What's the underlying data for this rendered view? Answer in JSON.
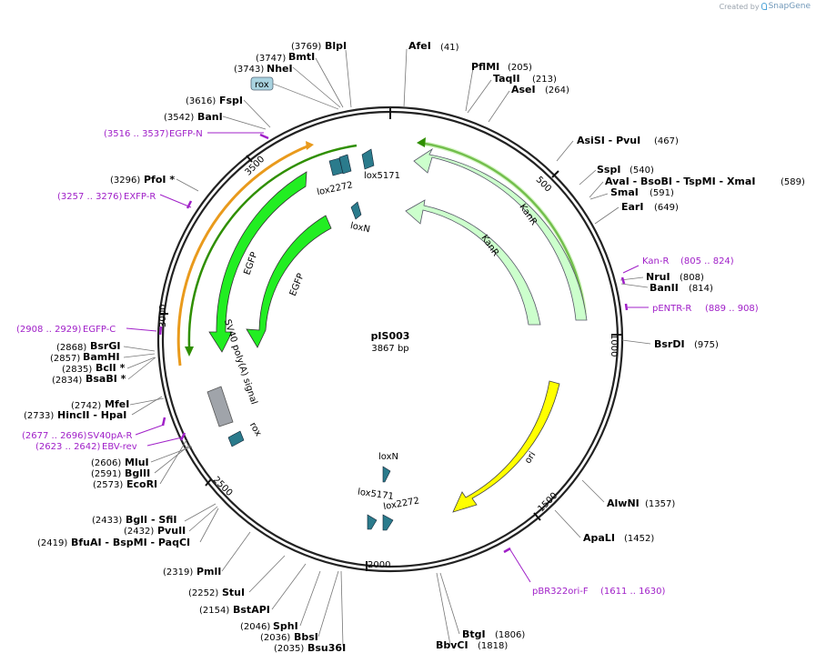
{
  "brand": {
    "created_by": "Created by",
    "name": "SnapGene"
  },
  "plasmid": {
    "name": "pIS003",
    "size_label": "3867 bp",
    "length": 3867
  },
  "ticks": [
    "500",
    "1000",
    "1500",
    "2000",
    "2500",
    "3000",
    "3500"
  ],
  "colors": {
    "backbone": "#222222",
    "egfp": "#22ee22",
    "kanr": "#ccffcc",
    "ori": "#ffff00",
    "sv40": "#a0a4aa",
    "lox": "#2b7b8c",
    "primer": "#a020c8",
    "orf_green": "#2f8f00",
    "orf_orange": "#e99a1c",
    "rox_tag": "#a9d3e0"
  },
  "sites": [
    {
      "name": "BlpI",
      "pos": "(3769)"
    },
    {
      "name": "BmtI",
      "pos": "(3747)"
    },
    {
      "name": "NheI",
      "pos": "(3743)"
    },
    {
      "name": "FspI",
      "pos": "(3616)"
    },
    {
      "name": "BanI",
      "pos": "(3542)"
    },
    {
      "name": "PfoI *",
      "pos": "(3296)"
    },
    {
      "name": "AfeI",
      "pos": "(41)"
    },
    {
      "name": "PflMI",
      "pos": "(205)"
    },
    {
      "name": "TaqII",
      "pos": "(213)"
    },
    {
      "name": "AseI",
      "pos": "(264)"
    },
    {
      "name": "AsiSI - PvuI",
      "pos": "(467)"
    },
    {
      "name": "SspI",
      "pos": "(540)"
    },
    {
      "name": "AvaI - BsoBI - TspMI - XmaI",
      "pos": "(589)"
    },
    {
      "name": "SmaI",
      "pos": "(591)"
    },
    {
      "name": "EarI",
      "pos": "(649)"
    },
    {
      "name": "NruI",
      "pos": "(808)"
    },
    {
      "name": "BanII",
      "pos": "(814)"
    },
    {
      "name": "BsrDI",
      "pos": "(975)"
    },
    {
      "name": "AlwNI",
      "pos": "(1357)"
    },
    {
      "name": "ApaLI",
      "pos": "(1452)"
    },
    {
      "name": "BtgI",
      "pos": "(1806)"
    },
    {
      "name": "BbvCI",
      "pos": "(1818)"
    },
    {
      "name": "SphI",
      "pos": "(2046)"
    },
    {
      "name": "BbsI",
      "pos": "(2036)"
    },
    {
      "name": "Bsu36I",
      "pos": "(2035)"
    },
    {
      "name": "BstAPI",
      "pos": "(2154)"
    },
    {
      "name": "StuI",
      "pos": "(2252)"
    },
    {
      "name": "PmlI",
      "pos": "(2319)"
    },
    {
      "name": "BglI - SfiI",
      "pos": "(2433)"
    },
    {
      "name": "PvuII",
      "pos": "(2432)"
    },
    {
      "name": "BfuAI - BspMI - PaqCI",
      "pos": "(2419)"
    },
    {
      "name": "MluI",
      "pos": "(2606)"
    },
    {
      "name": "BglII",
      "pos": "(2591)"
    },
    {
      "name": "EcoRI",
      "pos": "(2573)"
    },
    {
      "name": "MfeI",
      "pos": "(2742)"
    },
    {
      "name": "HincII - HpaI",
      "pos": "(2733)"
    },
    {
      "name": "BsrGI",
      "pos": "(2868)"
    },
    {
      "name": "BamHI",
      "pos": "(2857)"
    },
    {
      "name": "BclI *",
      "pos": "(2835)"
    },
    {
      "name": "BsaBI *",
      "pos": "(2834)"
    }
  ],
  "primers": [
    {
      "name": "EGFP-N",
      "range": "(3516 .. 3537)"
    },
    {
      "name": "EXFP-R",
      "range": "(3257 .. 3276)"
    },
    {
      "name": "EGFP-C",
      "range": "(2908 .. 2929)"
    },
    {
      "name": "SV40pA-R",
      "range": "(2677 .. 2696)"
    },
    {
      "name": "EBV-rev",
      "range": "(2623 .. 2642)"
    },
    {
      "name": "Kan-R",
      "range": "(805 .. 824)"
    },
    {
      "name": "pENTR-R",
      "range": "(889 .. 908)"
    },
    {
      "name": "pBR322ori-F",
      "range": "(1611 .. 1630)"
    }
  ],
  "features": {
    "kanr_outer": "KanR",
    "kanr_inner": "KanR",
    "egfp_outer": "EGFP",
    "egfp_inner": "EGFP",
    "ori": "ori",
    "sv40": "SV40 poly(A) signal",
    "rox_inner": "rox",
    "rox_tag": "rox",
    "lox2272_top": "lox2272",
    "lox5171_top": "lox5171",
    "loxN_top": "loxN",
    "loxN_bot": "loxN",
    "lox5171_bot": "lox5171",
    "lox2272_bot": "lox2272"
  }
}
